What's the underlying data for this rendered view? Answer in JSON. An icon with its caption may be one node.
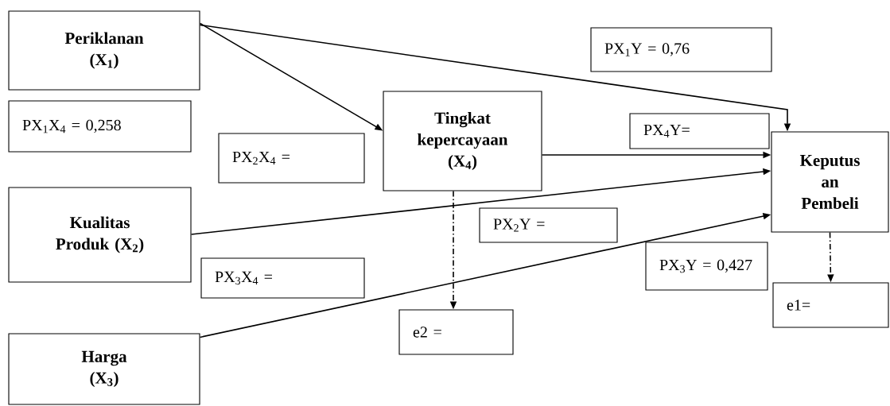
{
  "diagram": {
    "nodes": [
      {
        "text": [
          "Periklanan (X$_{1}$)"
        ]
      },
      {
        "text": [
          "PX$_{1}$X$_{4}$ = 0,258"
        ]
      },
      {
        "text": [
          "PX$_{2}$X$_{4}$ ="
        ]
      },
      {
        "text": [
          "Kualitas Produk (X$_{2}$)"
        ]
      },
      {
        "text": [
          "PX$_{3}$X$_{4}$ ="
        ]
      },
      {
        "text": [
          "Harga (X$_{3}$)"
        ]
      },
      {
        "text": [
          "Tingkat kepercayaan (X$_{4}$)"
        ]
      },
      {
        "text": [
          "PX$_{1}$Y = 0,76"
        ]
      },
      {
        "text": [
          "PX$_{4}$Y="
        ]
      },
      {
        "text": [
          "Keputus an Pembeli"
        ]
      },
      {
        "text": [
          "PX$_{2}$Y ="
        ]
      },
      {
        "text": [
          "PX$_{3}$Y = 0,427"
        ]
      },
      {
        "text": [
          "e2 ="
        ]
      },
      {
        "text": [
          "e1="
        ]
      }
    ],
    "edges": [
      {
        "from": 0,
        "to": 6,
        "arrow": "to"
      },
      {
        "from": 0,
        "to": 9,
        "arrow": "to"
      },
      {
        "from": 6,
        "to": 9,
        "arrow": "to"
      },
      {
        "from": 3,
        "to": 9,
        "arrow": "to"
      },
      {
        "from": 5,
        "to": 9,
        "arrow": "to"
      },
      {
        "from": 6,
        "to": 12,
        "arrow": "to",
        "style": "dashed"
      },
      {
        "from": 9,
        "to": 13,
        "arrow": "to",
        "style": "dashed"
      }
    ]
  }
}
